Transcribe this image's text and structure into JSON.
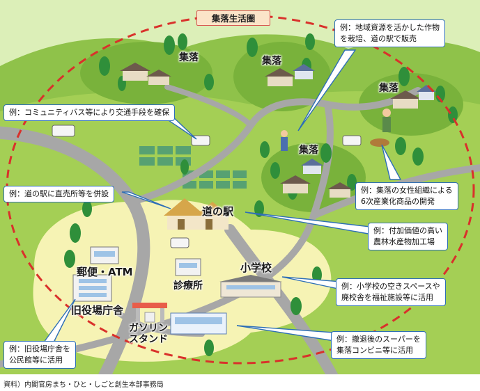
{
  "title": "集落生活圏",
  "labels": {
    "settlement": "集落",
    "michinoeki": "道の駅",
    "post_atm": "郵便・ATM",
    "old_office": "旧役場庁舎",
    "clinic": "診療所",
    "school": "小学校",
    "gas_line1": "ガソリン",
    "gas_line2": "スタンド"
  },
  "callouts": {
    "crops": [
      "例：地域資源を活かした作物",
      "を栽培、道の駅で販売"
    ],
    "bus": [
      "例：コミュニティバス等により交通手段を確保"
    ],
    "women": [
      "例：集落の女性組織による",
      "6次産業化商品の開発"
    ],
    "direct_sales": [
      "例：道の駅に直売所等を併設"
    ],
    "processing": [
      "例：付加価値の高い",
      "農林水産物加工場"
    ],
    "school_reuse": [
      "例：小学校の空きスペースや",
      "廃校舎を福祉施設等に活用"
    ],
    "old_office_reuse": [
      "例：旧役場庁舎を",
      "公民館等に活用"
    ],
    "supermarket": [
      "例：撤退後のスーパーを",
      "集落コンビニ等に活用"
    ]
  },
  "source": "資料）内閣官房まち・ひと・しごと創生本部事務局",
  "colors": {
    "grass": "#9cc94e",
    "hills": "#7db53a",
    "road": "#a7a7a7",
    "center_area": "#f6f3b4",
    "boundary": "#d9312b",
    "callout_border": "#2e6fb6"
  }
}
